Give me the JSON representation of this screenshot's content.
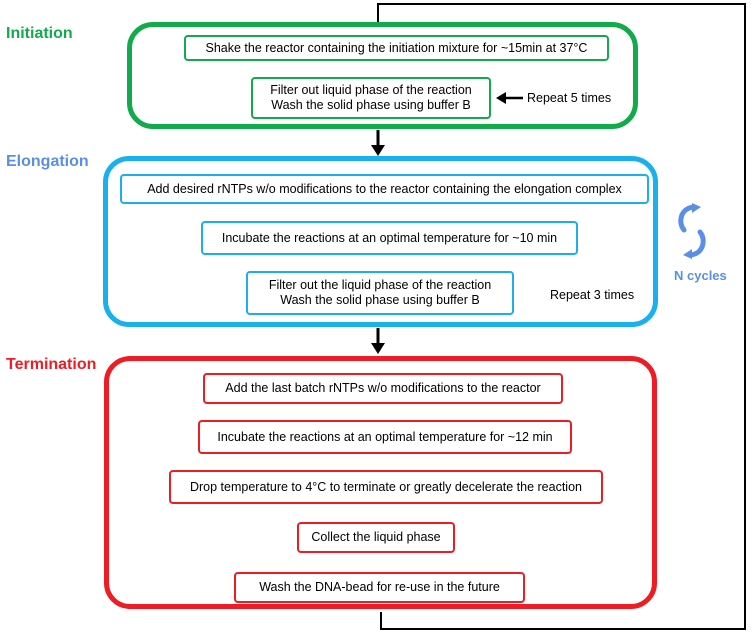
{
  "colors": {
    "initiation": "#12aa4b",
    "elongation": "#1ab0ec",
    "termination": "#ee1c24",
    "ncycles": "#5b8fe6",
    "arrow": "#000000",
    "loop": "#000000"
  },
  "initiation": {
    "label": "Initiation",
    "steps": [
      {
        "text": "Shake the reactor containing the initiation mixture for ~15min at 37°C"
      },
      {
        "line1": "Filter out liquid phase of the reaction",
        "line2": "Wash the solid phase using buffer  B"
      }
    ],
    "repeat": "Repeat  5 times"
  },
  "elongation": {
    "label": "Elongation",
    "steps": [
      {
        "text": "Add desired rNTPs w/o modifications to the reactor containing the elongation  complex"
      },
      {
        "text": "Incubate  the reactions at an optimal temperature  for ~10 min"
      },
      {
        "line1": "Filter out the liquid phase of the reaction",
        "line2": "Wash the solid phase using buffer  B"
      }
    ],
    "repeat": "Repeat  3 times",
    "cycles_label": "N cycles",
    "cycles_icon": "refresh-cycle-icon"
  },
  "termination": {
    "label": "Termination",
    "steps": [
      {
        "text": "Add the last batch rNTPs  w/o modifications  to  the reactor"
      },
      {
        "text": "Incubate  the reactions at an optimal temperature  for ~12 min"
      },
      {
        "text": "Drop temperature to 4°C to terminate or greatly decelerate the reaction"
      },
      {
        "text": "Collect  the liquid  phase"
      },
      {
        "text": "Wash the DNA-bead  for  re-use  in the future"
      }
    ]
  }
}
